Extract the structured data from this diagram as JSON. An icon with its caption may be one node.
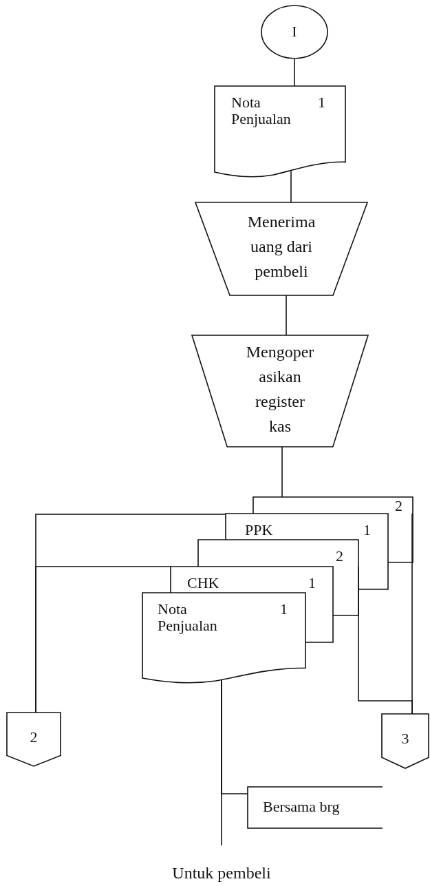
{
  "diagram": {
    "nodes": [
      {
        "text": [
          "I"
        ]
      },
      {
        "text": [
          "Nota Penjualan",
          "1"
        ]
      },
      {
        "text": [
          "Menerima uang dari pembeli"
        ]
      },
      {
        "text": [
          "Mengoper asikan register kas"
        ]
      },
      {
        "text": [
          "2"
        ]
      },
      {
        "text": [
          "PPK",
          "1"
        ]
      },
      {
        "text": [
          "2"
        ]
      },
      {
        "text": [
          "CHK",
          "1"
        ]
      },
      {
        "text": [
          "Nota Penjualan",
          "1"
        ]
      },
      {
        "text": [
          "2"
        ]
      },
      {
        "text": [
          "3"
        ]
      },
      {
        "text": [
          "Bersama brg"
        ]
      },
      {
        "text": [
          "Untuk pembeli"
        ]
      }
    ],
    "edges": [
      {
        "from": 0,
        "to": 1,
        "arrow": "none"
      },
      {
        "from": 1,
        "to": 2,
        "arrow": "none"
      },
      {
        "from": 2,
        "to": 3,
        "arrow": "none"
      },
      {
        "from": 3,
        "to": 4,
        "arrow": "none"
      },
      {
        "from": 5,
        "to": 9,
        "arrow": "none"
      },
      {
        "from": 7,
        "to": 9,
        "arrow": "none"
      },
      {
        "from": 4,
        "to": 10,
        "arrow": "none"
      },
      {
        "from": 6,
        "to": 10,
        "arrow": "none"
      },
      {
        "from": 8,
        "to": 11,
        "arrow": "none"
      },
      {
        "from": 8,
        "to": 12,
        "arrow": "none"
      }
    ]
  }
}
